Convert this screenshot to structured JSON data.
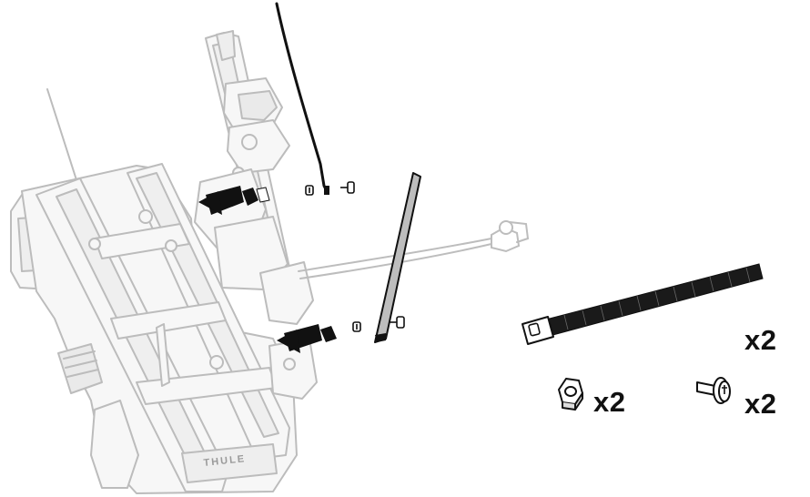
{
  "figure": {
    "brand_mark": "THULE",
    "quantities": {
      "strap": "x2",
      "nut": "x2",
      "bolt": "x2"
    },
    "colors": {
      "line_dark": "#111111",
      "line_ghost": "#bdbdbd",
      "fill_ghost": "#f4f4f4",
      "arrow": "#111111",
      "background": "#ffffff"
    },
    "icons": [
      "push-arrow-icon",
      "strap-icon",
      "nut-icon",
      "bolt-icon"
    ]
  }
}
